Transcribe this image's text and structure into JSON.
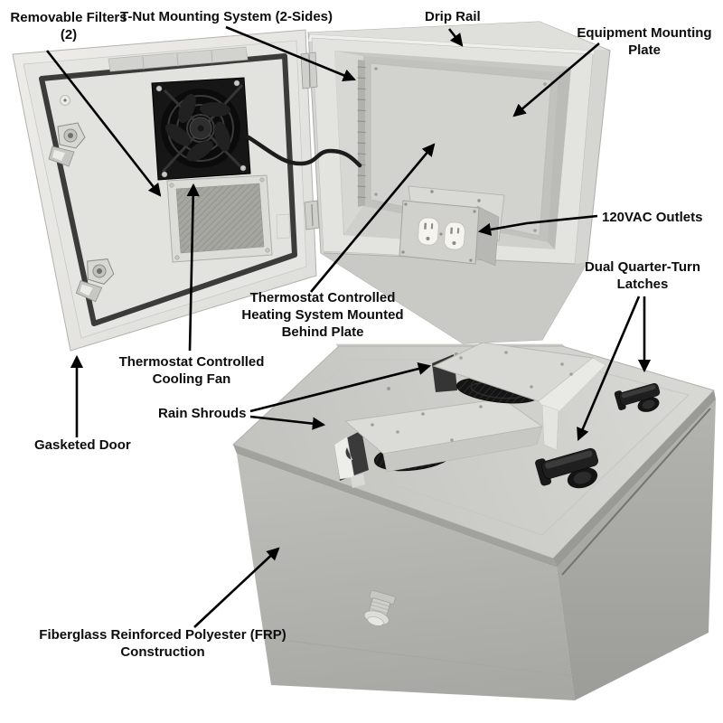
{
  "figure": {
    "description": "Annotated product diagram of a fiberglass equipment enclosure, open view (top) and closed view (bottom)",
    "callouts": {
      "removable_filters": "Removable Filters (2)",
      "tnut_mounting": "T-Nut Mounting System (2-Sides)",
      "drip_rail": "Drip Rail",
      "equipment_mounting_plate": "Equipment Mounting Plate",
      "vac_outlets": "120VAC Outlets",
      "dual_latches": "Dual Quarter-Turn Latches",
      "heating_system": "Thermostat Controlled Heating System Mounted Behind Plate",
      "cooling_fan": "Thermostat Controlled Cooling Fan",
      "rain_shrouds": "Rain Shrouds",
      "gasketed_door": "Gasketed Door",
      "frp_construction": "Fiberglass Reinforced Polyester (FRP) Construction"
    },
    "colors": {
      "background": "#ffffff",
      "label_text": "#0d0d0d",
      "arrow": "#000000",
      "enclosure_light": "#e7e7e4",
      "enclosure_mid": "#c6c6c2",
      "enclosure_dark": "#a5a5a1",
      "gasket": "#3b3b39",
      "fan_black": "#161616",
      "outlet_face": "#f5f4ee"
    }
  }
}
